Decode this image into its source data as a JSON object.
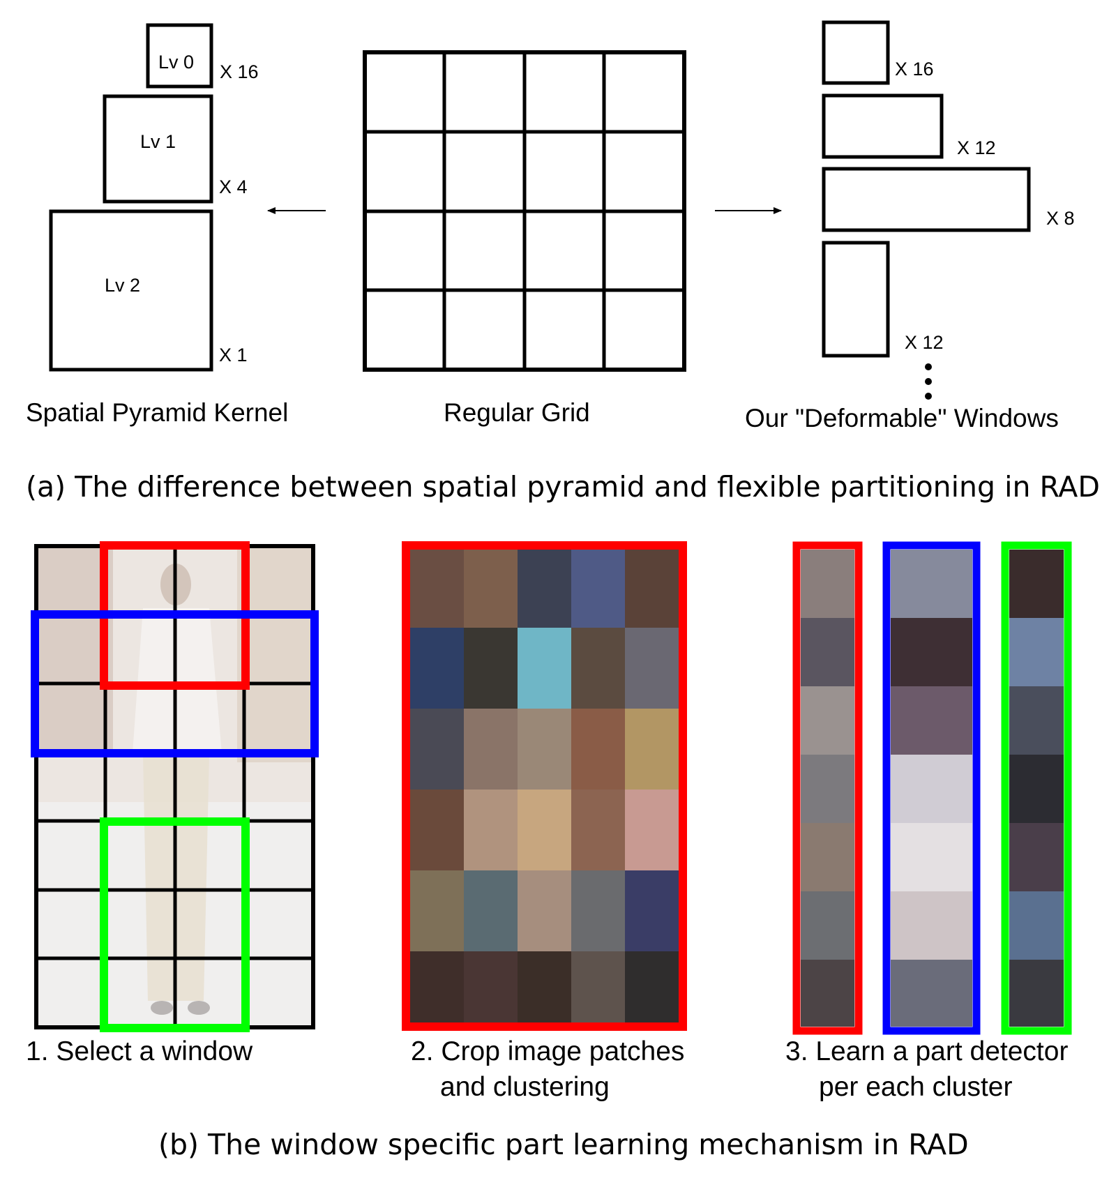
{
  "panel_a": {
    "pyramid": {
      "levels": [
        {
          "label": "Lv 0",
          "count": "X 16"
        },
        {
          "label": "Lv 1",
          "count": "X 4"
        },
        {
          "label": "Lv 2",
          "count": "X 1"
        }
      ],
      "caption": "Spatial Pyramid Kernel"
    },
    "grid": {
      "rows": 4,
      "cols": 4,
      "caption": "Regular Grid"
    },
    "windows": {
      "counts": [
        "X 16",
        "X 12",
        "X 8",
        "X 12"
      ],
      "caption": "Our \"Deformable\" Windows"
    },
    "caption": "(a) The difference between spatial pyramid and flexible partitioning in RAD"
  },
  "panel_b": {
    "step1": {
      "label": "1. Select a window",
      "grid_rows": 7,
      "grid_cols": 4
    },
    "step2": {
      "label_line1": "2. Crop image patches",
      "label_line2": "and clustering",
      "rows": 6,
      "cols": 5
    },
    "step3": {
      "label_line1": "3. Learn a part detector",
      "label_line2": "per each cluster",
      "patches_per_column": 7
    },
    "colors": {
      "red": "#ff0000",
      "blue": "#0000ff",
      "green": "#00ff00"
    },
    "caption": "(b) The window specific part learning mechanism in RAD"
  }
}
